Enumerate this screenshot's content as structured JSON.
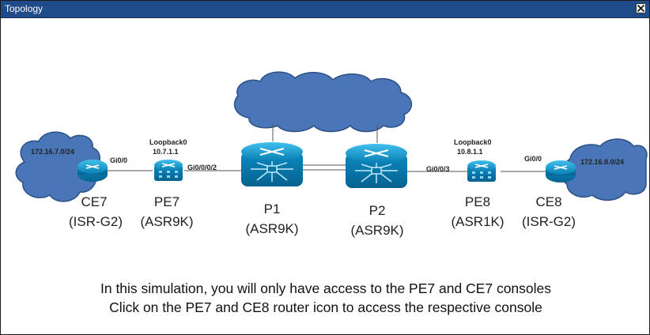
{
  "window": {
    "title": "Topology",
    "close_icon": "close-x-icon"
  },
  "networks": {
    "left": "172.16.7.0/24",
    "right": "172.16.8.0/24"
  },
  "interfaces": {
    "ce7_gi": "Gi0/0",
    "pe7_gi": "Gi0/0/0/2",
    "pe8_gi": "Gi0/0/3",
    "ce8_gi": "Gi0/0"
  },
  "loopbacks": {
    "pe7_label": "Loopback0",
    "pe7_ip": "10.7.1.1",
    "pe8_label": "Loopback0",
    "pe8_ip": "10.8.1.1"
  },
  "nodes": {
    "ce7": {
      "name": "CE7",
      "model": "(ISR-G2)",
      "icon": "router-icon"
    },
    "pe7": {
      "name": "PE7",
      "model": "(ASR9K)",
      "icon": "router-icon"
    },
    "p1": {
      "name": "P1",
      "model": "(ASR9K)",
      "icon": "core-router-icon"
    },
    "p2": {
      "name": "P2",
      "model": "(ASR9K)",
      "icon": "core-router-icon"
    },
    "pe8": {
      "name": "PE8",
      "model": "(ASR1K)",
      "icon": "router-icon"
    },
    "ce8": {
      "name": "CE8",
      "model": "(ISR-G2)",
      "icon": "router-icon"
    }
  },
  "instructions": {
    "line1": "In this simulation, you will only have access to the PE7 and CE7 consoles",
    "line2": "Click on the PE7 and CE8 router icon to access the respective console"
  },
  "colors": {
    "titlebar": "#1f4b8a",
    "cloud_fill": "#4a76b8",
    "cloud_stroke": "#2c4f86",
    "router_light": "#1fa3d6",
    "router_dark": "#0b6e9f"
  }
}
